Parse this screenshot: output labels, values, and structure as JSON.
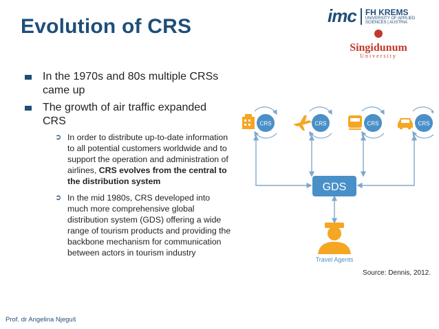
{
  "slide": {
    "title": "Evolution of CRS",
    "bullets": [
      "In the 1970s and 80s multiple CRSs came up",
      "The growth of air traffic expanded CRS"
    ],
    "sub1_pre": "In order to distribute up-to-date information to all potential customers worldwide and to support the operation and administration of airlines, ",
    "sub1_bold": "CRS evolves from the central to the distribution system",
    "sub2": "In the mid 1980s, CRS developed into much more comprehensive global distribution system (GDS) offering a wide range of tourism products and providing the backbone mechanism for communication between actors in tourism industry",
    "footer": "Prof. dr Angelina Njeguš",
    "source": "Source: Dennis, 2012."
  },
  "logos": {
    "imc": "imc",
    "fh_title": "FH KREMS",
    "fh_line1": "UNIVERSITY OF APPLIED",
    "fh_line2": "SCIENCES | AUSTRIA",
    "sing_name": "Singidunum",
    "sing_sub": "University"
  },
  "diagram": {
    "crs_label": "CRS",
    "gds_label": "GDS",
    "agents_label": "Travel Agents",
    "icons": [
      "hotel-icon",
      "airplane-icon",
      "train-icon",
      "car-icon"
    ],
    "colors": {
      "blue": "#4a90c8",
      "orange": "#f5a623",
      "arrow": "#7fa8cc"
    }
  }
}
